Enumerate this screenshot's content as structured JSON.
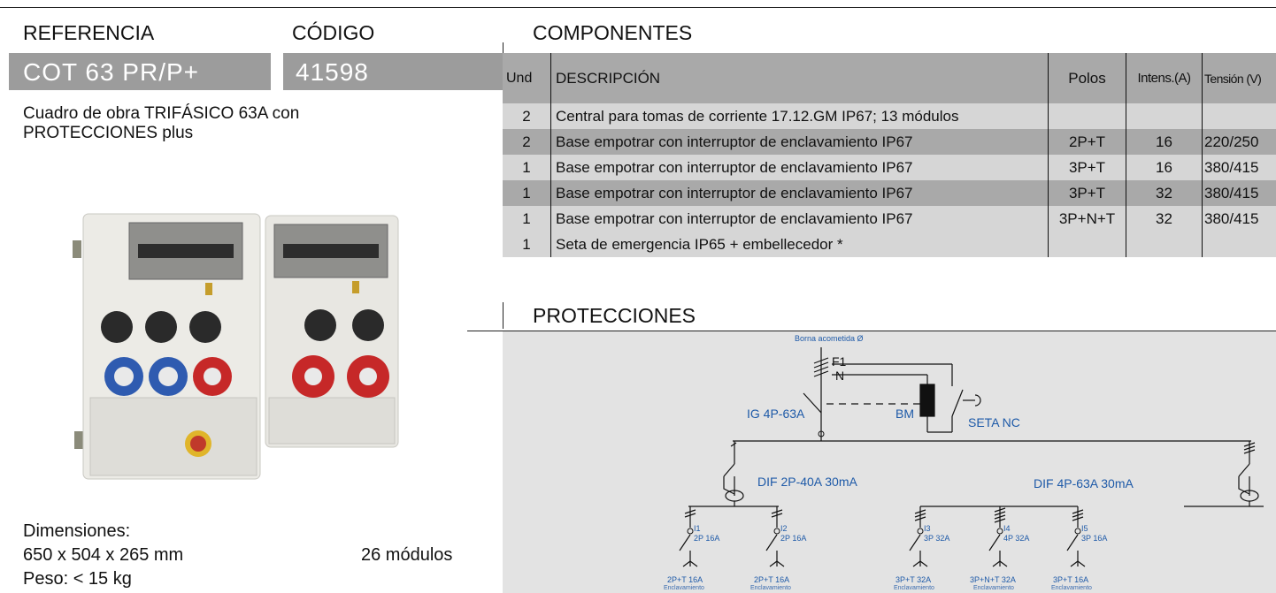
{
  "header": {
    "referencia_label": "REFERENCIA",
    "codigo_label": "CÓDIGO",
    "referencia": "COT 63 PR/P+",
    "codigo": "41598",
    "description": "Cuadro de obra TRIFÁSICO 63A con PROTECCIONES plus"
  },
  "specs": {
    "dimensiones_label": "Dimensiones:",
    "dimensiones": "650 x 504 x 265 mm",
    "modulos": "26 módulos",
    "peso": "Peso: < 15 kg"
  },
  "componentes": {
    "title": "COMPONENTES",
    "columns": [
      "Und",
      "DESCRIPCIÓN",
      "Polos",
      "Intens.(A)",
      "Tensión (V)"
    ],
    "rows": [
      {
        "und": "2",
        "desc": "Central para tomas de corriente 17.12.GM IP67; 13 módulos",
        "polos": "",
        "intens": "",
        "tension": ""
      },
      {
        "und": "2",
        "desc": "Base empotrar con interruptor de enclavamiento IP67",
        "polos": "2P+T",
        "intens": "16",
        "tension": "220/250"
      },
      {
        "und": "1",
        "desc": "Base empotrar con interruptor de enclavamiento IP67",
        "polos": "3P+T",
        "intens": "16",
        "tension": "380/415"
      },
      {
        "und": "1",
        "desc": "Base empotrar con interruptor de enclavamiento IP67",
        "polos": "3P+T",
        "intens": "32",
        "tension": "380/415"
      },
      {
        "und": "1",
        "desc": "Base empotrar con interruptor de enclavamiento IP67",
        "polos": "3P+N+T",
        "intens": "32",
        "tension": "380/415"
      },
      {
        "und": "1",
        "desc": "Seta de emergencia IP65 + embellecedor *",
        "polos": "",
        "intens": "",
        "tension": ""
      }
    ]
  },
  "protecciones": {
    "title": "PROTECCIONES",
    "borna": "Borna acometida Ø",
    "f1": "F1",
    "n": "N",
    "ig": "IG 4P-63A",
    "bm": "BM",
    "seta": "SETA NC",
    "dif1": "DIF 2P-40A 30mA",
    "dif2": "DIF 4P-63A 30mA",
    "breakers": [
      {
        "id": "I1",
        "rating": "2P 16A",
        "outlet": "2P+T 16A",
        "note": "Enclavamiento"
      },
      {
        "id": "I2",
        "rating": "2P 16A",
        "outlet": "2P+T 16A",
        "note": "Enclavamiento"
      },
      {
        "id": "I3",
        "rating": "3P 32A",
        "outlet": "3P+T 32A",
        "note": "Enclavamiento"
      },
      {
        "id": "I4",
        "rating": "4P 32A",
        "outlet": "3P+N+T 32A",
        "note": "Enclavamiento"
      },
      {
        "id": "I5",
        "rating": "3P 16A",
        "outlet": "3P+T 16A",
        "note": "Enclavamiento"
      }
    ]
  },
  "colors": {
    "band": "#9c9c9c",
    "row_dark": "#a9a9a9",
    "row_light": "#d6d6d6",
    "diagram_bg": "#e3e3e3",
    "diagram_text": "#1e5aa8"
  }
}
